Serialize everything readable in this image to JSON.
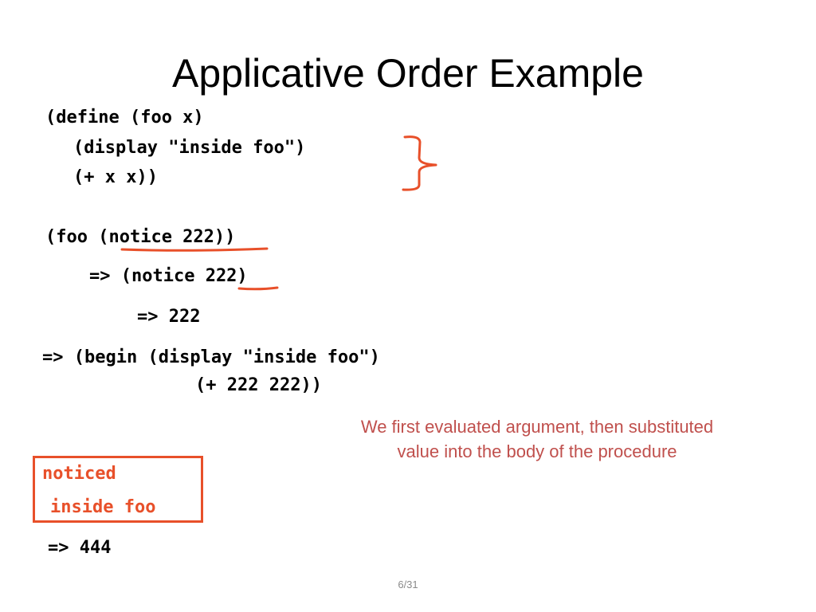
{
  "slide": {
    "title": "Applicative Order Example",
    "page_number": "6/31"
  },
  "code": {
    "line1": "(define (foo x)",
    "line2": "(display \"inside foo\")",
    "line3": "(+ x x))",
    "line4": "(foo (notice 222))",
    "line5": "=> (notice 222)",
    "line6": "=> 222",
    "line7": "=> (begin (display \"inside foo\")",
    "line8": "(+ 222 222))",
    "result": "=> 444"
  },
  "output_box": {
    "line1": "noticed",
    "line2": "inside foo"
  },
  "annotation": {
    "text": "We first evaluated argument, then substituted value into the body of the procedure"
  },
  "colors": {
    "accent": "#e8502a",
    "note": "#c0504d"
  }
}
